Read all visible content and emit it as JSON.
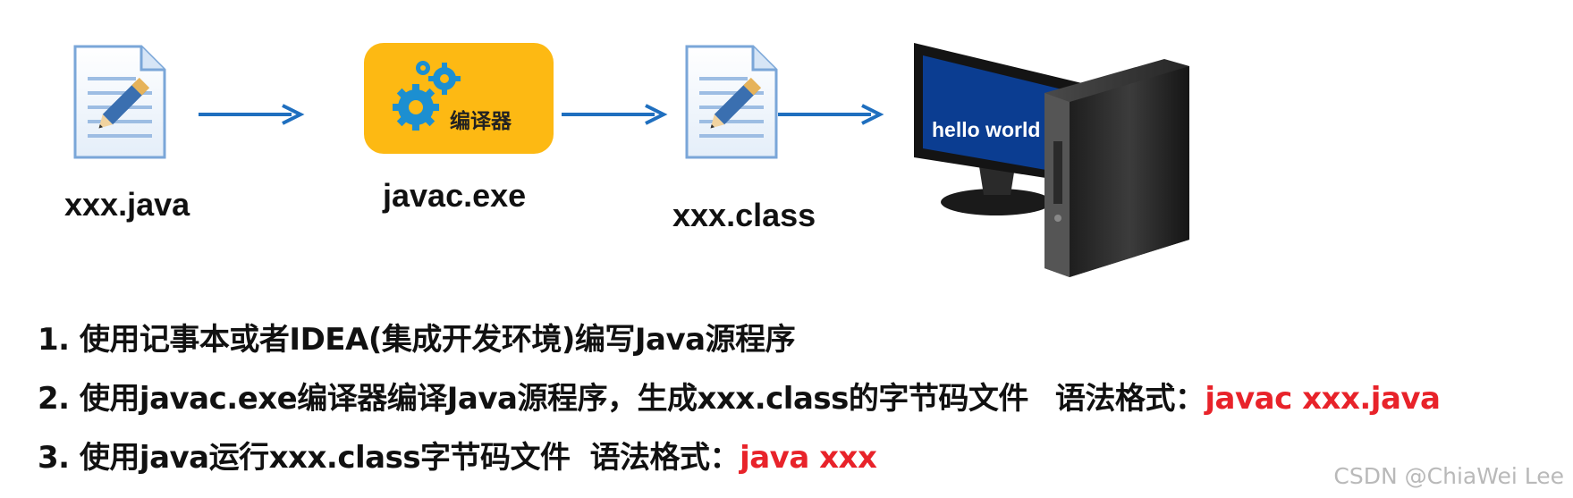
{
  "flow": {
    "source_file": "xxx.java",
    "compiler_exe": "javac.exe",
    "compiler_label": "编译器",
    "class_file": "xxx.class",
    "screen_text": "hello world"
  },
  "steps": [
    {
      "number": "1.",
      "text": "使用记事本或者IDEA(集成开发环境)编写Java源程序"
    },
    {
      "number": "2.",
      "text": "使用javac.exe编译器编译Java源程序，生成xxx.class的字节码文件",
      "syntax_label": "语法格式：",
      "syntax_command": "javac xxx.java"
    },
    {
      "number": "3.",
      "text": "使用java运行xxx.class字节码文件",
      "syntax_label": "语法格式：",
      "syntax_command": "java xxx"
    }
  ],
  "watermark": "CSDN @ChiaWei Lee",
  "colors": {
    "compiler_bg": "#fdb913",
    "arrow": "#1f6fbf",
    "command_red": "#e8232a",
    "screen_blue": "#0b3d91"
  }
}
